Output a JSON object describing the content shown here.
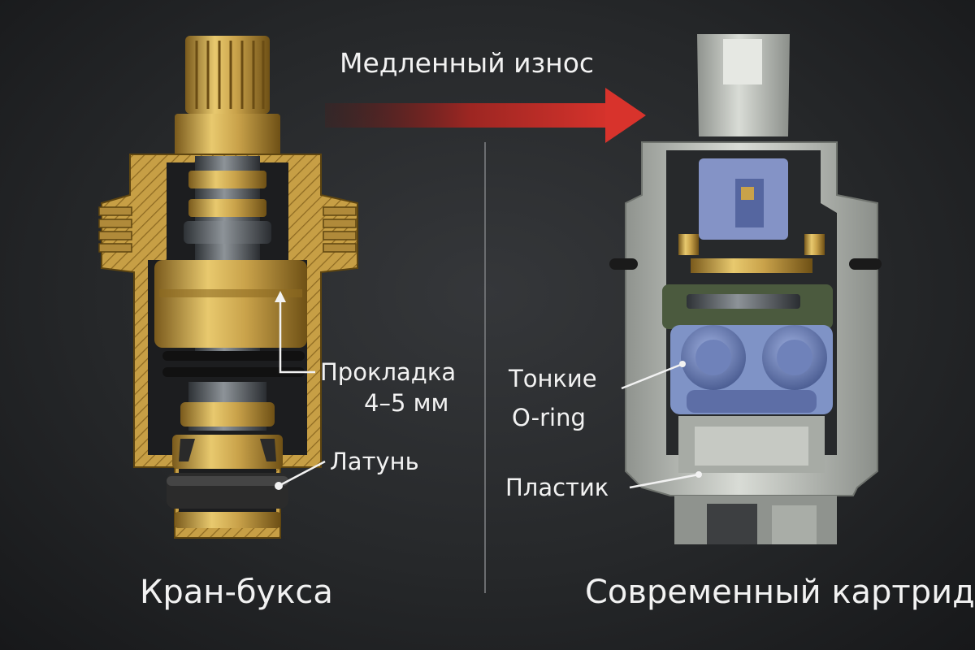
{
  "arrow_label": "Медленный износ",
  "left": {
    "caption": "Кран-букса",
    "callouts": {
      "gasket_line1": "Прокладка",
      "gasket_line2": "4–5 мм",
      "brass": "Латунь"
    }
  },
  "right": {
    "caption": "Современный картридж",
    "callouts": {
      "oring_line1": "Тонкие",
      "oring_line2": "O-ring",
      "plastic": "Пластик"
    }
  },
  "colors": {
    "arrow": "#c8302b",
    "brass": "#c9a24a",
    "plastic": "#c9ccc6",
    "ceramic": "#7d8fc4"
  }
}
